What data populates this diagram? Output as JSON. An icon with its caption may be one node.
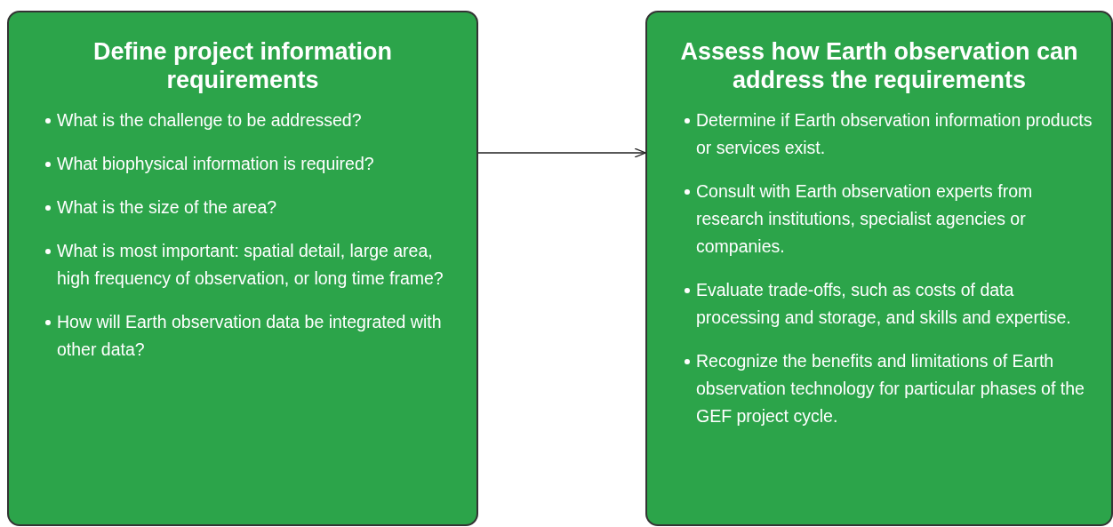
{
  "diagram": {
    "nodes": [
      {
        "text": [
          "Define project information requirements",
          "What is the challenge to be addressed?",
          "What biophysical information is required?",
          "What is the size of the area?",
          "What is most important: spatial detail, large area, high frequency of observation, or long time frame?",
          "How will Earth observation data be integrated with other data?"
        ]
      },
      {
        "text": [
          "Assess how Earth observation can address the requirements",
          "Determine if Earth observation information products or services exist.",
          "Consult with Earth observation experts from research institutions, specialist agencies or companies.",
          "Evaluate trade-offs, such as costs of data processing and storage, and skills and expertise.",
          "Recognize the benefits and limitations of Earth observation technology for particular phases of the GEF project cycle."
        ]
      }
    ],
    "edges": [
      {
        "from": 0,
        "to": 1,
        "arrow": "to"
      }
    ]
  }
}
